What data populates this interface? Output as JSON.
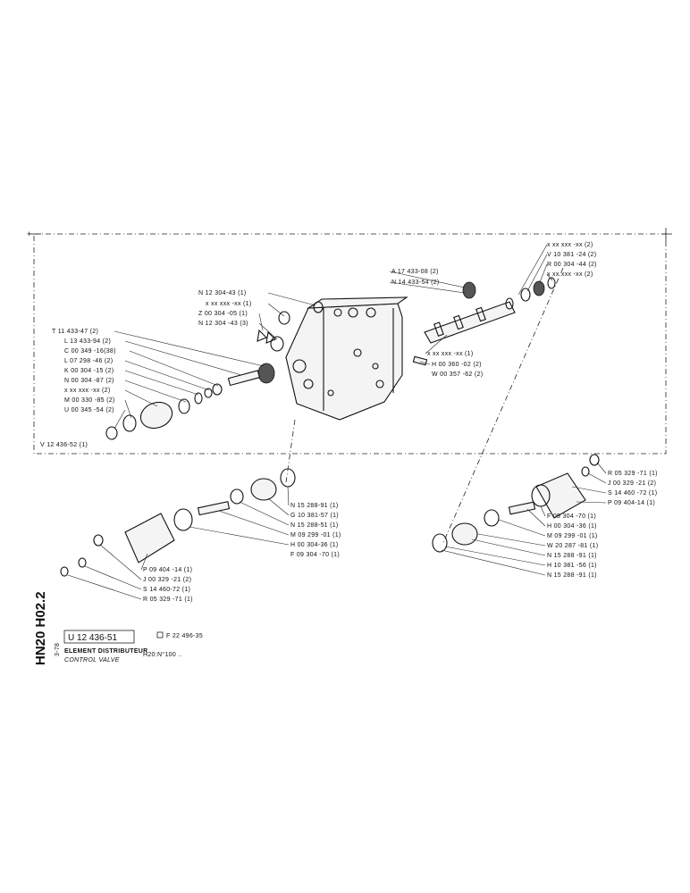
{
  "title_block": {
    "drawing_number": "U 12 436-51",
    "reference": "F 22 496-35",
    "title_fr": "ELEMENT DISTRIBUTEUR",
    "title_en": "CONTROL VALVE",
    "model": "H20:N°100 ..",
    "side_code": "HN20 H02.2",
    "date_code": "3-78"
  },
  "assembly_label": "V 12 436-52 (1)",
  "labels_top_right": [
    "x xx xxx -xx (2)",
    "V 10 381 -24 (2)",
    "R 00 304 -44 (2)",
    "x xx xxx -xx (2)"
  ],
  "labels_top_center": [
    "A 17 433-08 (2)",
    "N 14 433-54 (2)"
  ],
  "labels_left_upper": [
    "N 12 304-43 (1)",
    "x xx xxx -xx (1)",
    "Z 00 304 -05 (1)",
    "N 12 304 -43 (3)"
  ],
  "labels_left_list": [
    "T 11 433-47 (2)",
    "L 13 433-94 (2)",
    "C 00 349 -16(38)",
    "L 07 298 -46 (2)",
    "K 00 304 -15 (2)",
    "N 00 304 -87 (2)",
    "x xx xxx -xx (2)",
    "M 00 330 -85 (2)",
    "U 00 345 -54 (2)"
  ],
  "labels_spool": [
    "x xx xxx -xx (1)",
    "H 00 360 -02 (2)",
    "W 00 357 -62 (2)"
  ],
  "labels_bottom_center": [
    "N 15 288-91 (1)",
    "G 10 381-57 (1)",
    "N 15 288-51 (1)",
    "M 09 299 -01 (1)",
    "H 00 304-36 (1)",
    "F 09 304 -70 (1)"
  ],
  "labels_bottom_left": [
    "P 09 404 -14 (1)",
    "J 00 329 -21 (2)",
    "S 14 460-72 (1)",
    "R 05 329 -71 (1)"
  ],
  "labels_bottom_right_upper": [
    "R 05 329 -71 (1)",
    "J 00 329 -21 (2)",
    "S 14 460 -72 (1)",
    "P 09 404-14 (1)"
  ],
  "labels_bottom_right": [
    "F 09 304 -70 (1)",
    "H 00 304 -36 (1)",
    "M 09 299 -01 (1)",
    "W 20 287 -81 (1)",
    "N 15 288 -91 (1)",
    "H 10 381 -56 (1)",
    "N 15 288 -91 (1)"
  ]
}
